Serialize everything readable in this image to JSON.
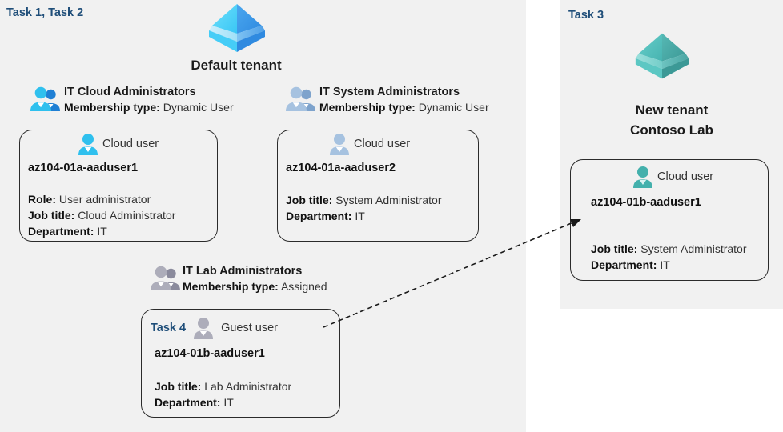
{
  "panels": {
    "left": {
      "task_label": "Task 1, Task 2"
    },
    "right": {
      "task_label": "Task 3"
    }
  },
  "tenants": [
    {
      "id": "default-tenant",
      "title": "Default tenant",
      "icon": "azure-ad-tenant-icon",
      "color": "#32b8f0"
    },
    {
      "id": "new-tenant",
      "title_line1": "New  tenant",
      "title_line2": "Contoso Lab",
      "icon": "azure-ad-tenant-icon",
      "color": "#4fc0bd"
    }
  ],
  "groups": [
    {
      "id": "it-cloud-administrators",
      "name": "IT Cloud Administrators",
      "membership_label": "Membership type:",
      "membership_value": "Dynamic User",
      "icon": "group-users-icon",
      "icon_color": "#29b6e8"
    },
    {
      "id": "it-system-administrators",
      "name": "IT System Administrators",
      "membership_label": "Membership type:",
      "membership_value": "Dynamic User",
      "icon": "group-users-icon",
      "icon_color": "#9dbbdc"
    },
    {
      "id": "it-lab-administrators",
      "name": "IT Lab Administrators",
      "membership_label": "Membership type:",
      "membership_value": "Assigned",
      "icon": "group-users-icon",
      "icon_color": "#a8a8b4"
    }
  ],
  "cards": [
    {
      "id": "card-aaduser1",
      "task": "",
      "user_type": "Cloud user",
      "icon": "cloud-user-icon",
      "icon_color": "#29b6e8",
      "username": "az104-01a-aaduser1",
      "attrs": [
        {
          "label": "Role:",
          "value": "User administrator"
        },
        {
          "label": "Job title:",
          "value": "Cloud Administrator"
        },
        {
          "label": "Department:",
          "value": "IT"
        }
      ]
    },
    {
      "id": "card-aaduser2",
      "task": "",
      "user_type": "Cloud user",
      "icon": "cloud-user-icon",
      "icon_color": "#9dbbdc",
      "username": "az104-01a-aaduser2",
      "attrs": [
        {
          "label": "Job title:",
          "value": "System Administrator"
        },
        {
          "label": "Department:",
          "value": "IT"
        }
      ]
    },
    {
      "id": "card-guest-aaduser1",
      "task": "Task 4",
      "user_type": "Guest user",
      "icon": "guest-user-icon",
      "icon_color": "#a8a8b4",
      "username": "az104-01b-aaduser1",
      "attrs": [
        {
          "label": "Job title:",
          "value": "Lab Administrator"
        },
        {
          "label": "Department:",
          "value": "IT"
        }
      ]
    },
    {
      "id": "card-b-aaduser1",
      "task": "",
      "user_type": "Cloud user",
      "icon": "cloud-user-icon",
      "icon_color": "#3faaa6",
      "username": "az104-01b-aaduser1",
      "attrs": [
        {
          "label": "Job title:",
          "value": "System Administrator"
        },
        {
          "label": "Department:",
          "value": "IT"
        }
      ]
    }
  ],
  "connector": {
    "id": "guest-invite-arrow",
    "style": "dashed-arrow",
    "color": "#1a1a1a"
  },
  "colors": {
    "panel_background": "#f1f1f1",
    "page_background": "#ffffff",
    "task_accent": "#1f4e79",
    "card_border": "#2b2b2b"
  }
}
